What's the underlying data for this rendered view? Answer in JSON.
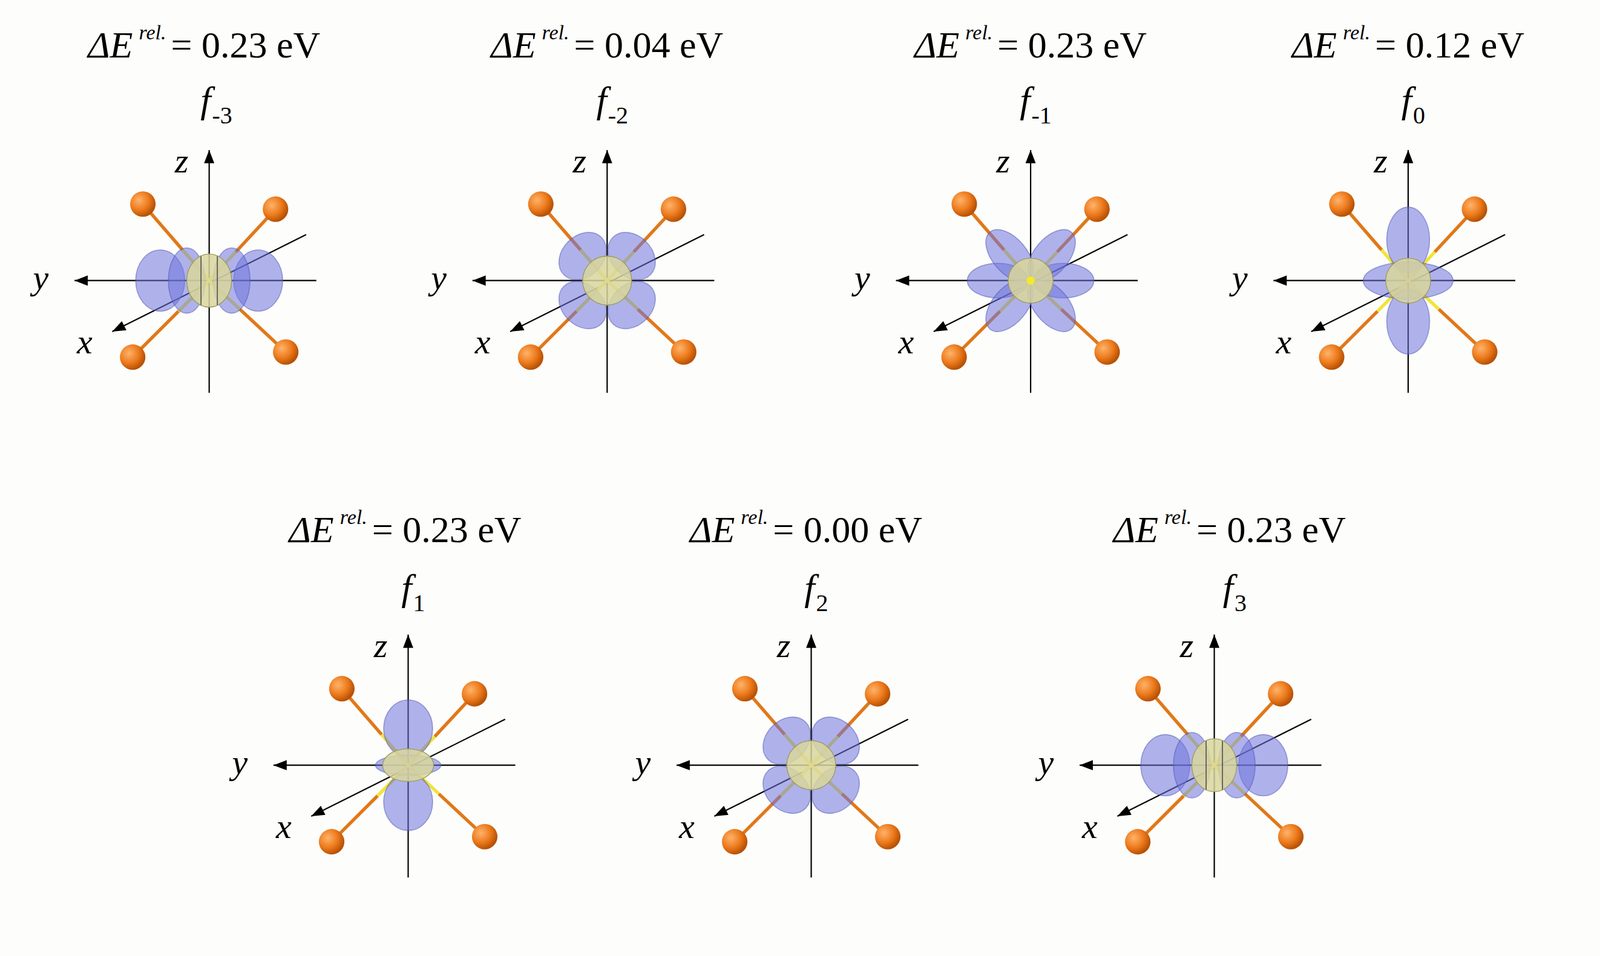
{
  "diagram": {
    "labels": [
      "ΔE",
      "rel.",
      "= 0.23 eV",
      "f",
      "-3",
      "z",
      "y",
      "x",
      "ΔE",
      "rel.",
      "= 0.04 eV",
      "f",
      "-2",
      "z",
      "y",
      "x",
      "ΔE",
      "rel.",
      "= 0.23 eV",
      "f",
      "-1",
      "z",
      "y",
      "x",
      "ΔE",
      "rel.",
      "= 0.12 eV",
      "f",
      "0",
      "z",
      "y",
      "x",
      "ΔE",
      "rel.",
      "= 0.23 eV",
      "f",
      "1",
      "z",
      "y",
      "x",
      "ΔE",
      "rel.",
      "= 0.00 eV",
      "f",
      "2",
      "z",
      "y",
      "x",
      "ΔE",
      "rel.",
      "= 0.23 eV",
      "f",
      "3",
      "z",
      "y",
      "x"
    ]
  }
}
